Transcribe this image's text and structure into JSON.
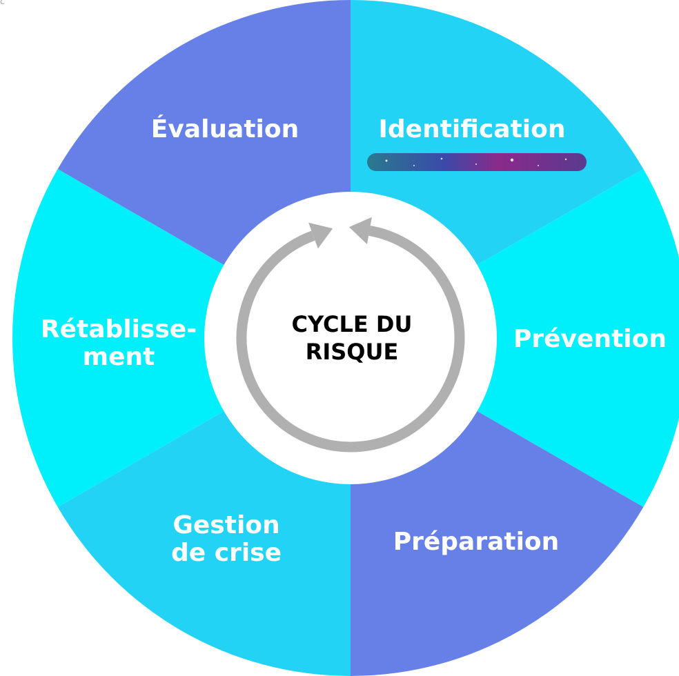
{
  "diagram": {
    "center": {
      "line1": "CYCLE DU",
      "line2": "RISQUE"
    },
    "segments": [
      {
        "id": "identification",
        "label": "Identification",
        "color": "#22d3f5"
      },
      {
        "id": "prevention",
        "label": "Prévention",
        "color": "#00f0fb"
      },
      {
        "id": "preparation",
        "label": "Préparation",
        "color": "#6680e8"
      },
      {
        "id": "gestion",
        "line1": "Gestion",
        "line2": "de crise",
        "color": "#22d3f5"
      },
      {
        "id": "retablissement",
        "line1": "Rétablisse-",
        "line2": "ment",
        "color": "#00f0fb"
      },
      {
        "id": "evaluation",
        "label": "Évaluation",
        "color": "#6680e8"
      }
    ],
    "arrow_color": "#b0b0b0",
    "hub_color": "#ffffff"
  },
  "corner_mark": "c"
}
